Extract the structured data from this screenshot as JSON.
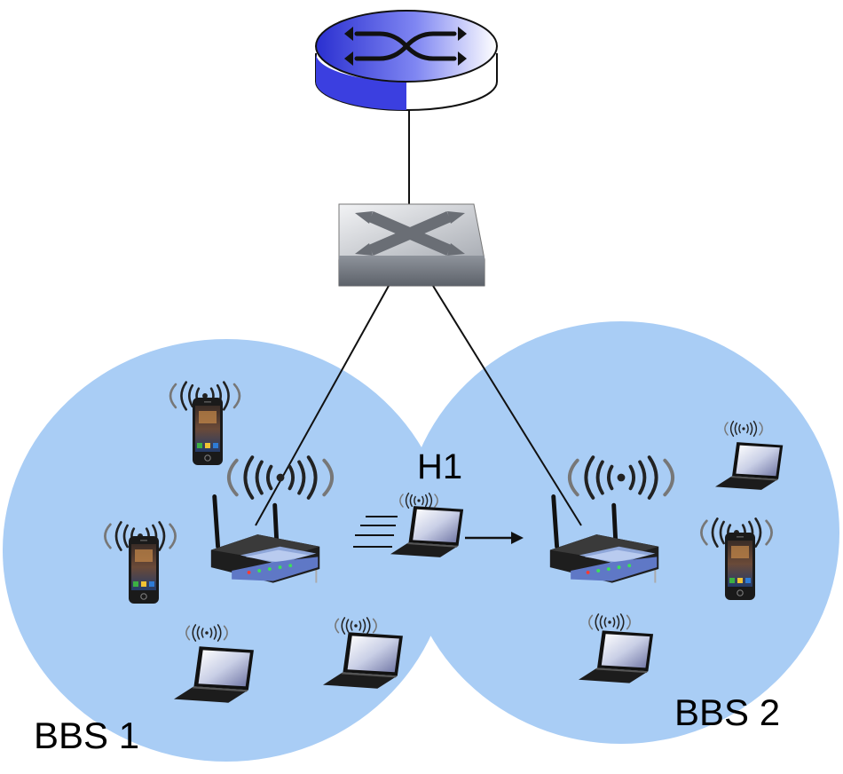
{
  "labels": {
    "host": "H1",
    "bss1": "BBS 1",
    "bss2": "BBS 2"
  },
  "colors": {
    "cell": "#a9cdf5",
    "router_top": "#3b3fe0",
    "switch_body": "#b8bcc2",
    "link": "#111111"
  },
  "icons": {
    "router": "router-icon",
    "switch": "switch-icon",
    "access_point": "wireless-access-point-icon",
    "laptop": "laptop-icon",
    "phone": "smartphone-icon",
    "signal": "wireless-signal-icon",
    "motion": "motion-lines-icon",
    "arrow": "arrow-right-icon"
  }
}
